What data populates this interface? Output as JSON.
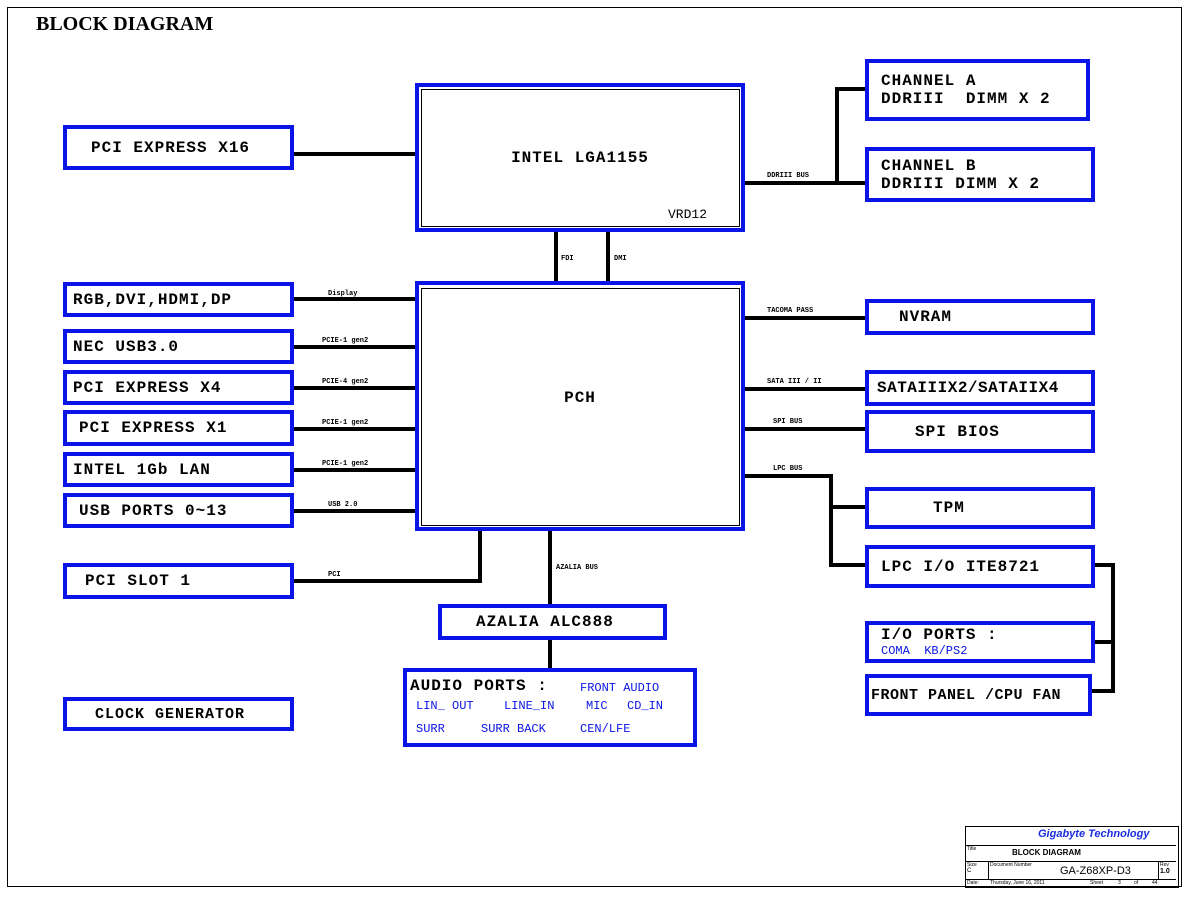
{
  "title": "BLOCK DIAGRAM",
  "cpu": {
    "label": "INTEL LGA1155",
    "sub": "VRD12"
  },
  "pch": {
    "label": "PCH"
  },
  "left": [
    {
      "label": "PCI EXPRESS X16"
    },
    {
      "label": "RGB,DVI,HDMI,DP",
      "bus": "Display"
    },
    {
      "label": "NEC USB3.0",
      "bus": "PCIE-1 gen2"
    },
    {
      "label": "PCI EXPRESS X4",
      "bus": "PCIE-4 gen2"
    },
    {
      "label": "PCI EXPRESS X1",
      "bus": "PCIE-1 gen2"
    },
    {
      "label": "INTEL 1Gb LAN",
      "bus": "PCIE-1 gen2"
    },
    {
      "label": "USB PORTS 0~13",
      "bus": "USB 2.0"
    },
    {
      "label": "PCI SLOT 1",
      "bus": "PCI"
    },
    {
      "label": "CLOCK GENERATOR"
    }
  ],
  "right": {
    "channel_a": [
      "CHANNEL A",
      "DDRIII  DIMM X 2"
    ],
    "channel_b": [
      "CHANNEL B",
      "DDRIII DIMM X 2"
    ],
    "ddr_bus": "DDRIII BUS",
    "nvram": "NVRAM",
    "nvram_bus": "TACOMA PASS",
    "sata": "SATAIIIX2/SATAIIX4",
    "sata_bus": "SATA III / II",
    "spi": "SPI BIOS",
    "spi_bus": "SPI BUS",
    "lpc_bus": "LPC BUS",
    "tpm": "TPM",
    "lpc_io": "LPC I/O ITE8721",
    "io_ports": "I/O PORTS :",
    "io_sub": "COMA  KB/PS2",
    "front_panel": "FRONT PANEL /CPU FAN"
  },
  "fdi": "FDI",
  "dmi": "DMI",
  "azalia": {
    "label": "AZALIA ALC888",
    "bus": "AZALIA BUS"
  },
  "audio": {
    "label": "AUDIO PORTS :",
    "ports": [
      "FRONT AUDIO",
      "LIN_ OUT",
      "LINE_IN",
      "MIC",
      "CD_IN",
      "SURR",
      "SURR BACK",
      "CEN/LFE"
    ]
  },
  "titleblock": {
    "company": "Gigabyte Technology",
    "title_h": "Title",
    "title": "BLOCK DIAGRAM",
    "size_h": "Size",
    "size": "C",
    "docnum_h": "Document Number",
    "docnum": "GA-Z68XP-D3",
    "rev_h": "Rev",
    "rev": "1.0",
    "date_h": "Date:",
    "date": "Thursday, June 16, 2011",
    "sheet_h": "Sheet",
    "sheet": "3",
    "of": "of",
    "total": "44"
  },
  "colors": {
    "box": "#0a14e6",
    "company": "#1a2ee0"
  }
}
